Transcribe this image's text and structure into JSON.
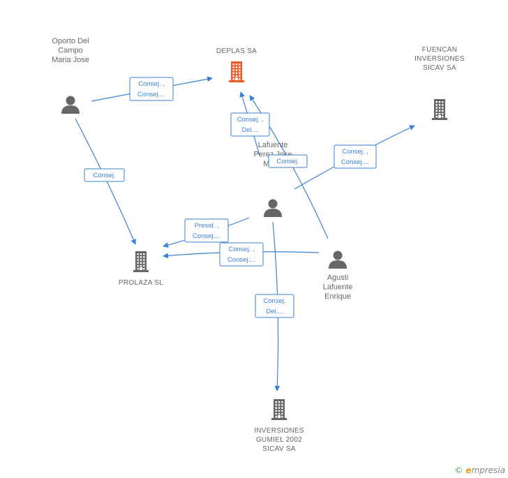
{
  "colors": {
    "edge": "#3b82d6",
    "company_main": "#f05a28",
    "company": "#666666",
    "person": "#666666",
    "text": "#666666"
  },
  "nodes": {
    "deplas": {
      "kind": "company",
      "main": true,
      "lines": [
        "DEPLAS SA"
      ]
    },
    "fuencan": {
      "kind": "company",
      "lines": [
        "FUENCAN",
        "INVERSIONES",
        "SICAV SA"
      ]
    },
    "prolaza": {
      "kind": "company",
      "lines": [
        "PROLAZA SL"
      ]
    },
    "gumiel": {
      "kind": "company",
      "lines": [
        "INVERSIONES",
        "GUMIEL 2002",
        "SICAV SA"
      ]
    },
    "oporto": {
      "kind": "person",
      "lines": [
        "Oporto Del",
        "Campo",
        "Maria Jose"
      ]
    },
    "lafuente_jm": {
      "kind": "person",
      "lines": [
        "Lafuente",
        "Perez Jose",
        "Maria"
      ]
    },
    "agusti": {
      "kind": "person",
      "lines": [
        "Agusti",
        "Lafuente",
        "Enrique"
      ]
    }
  },
  "edges": [
    {
      "id": "oporto-deplas",
      "lines": [
        "Consej. ,",
        "Consej...."
      ]
    },
    {
      "id": "oporto-prolaza",
      "lines": [
        "Consej."
      ]
    },
    {
      "id": "lafuente-deplas",
      "lines": [
        "Consej. ,",
        "Del...."
      ]
    },
    {
      "id": "agusti-deplas",
      "lines": [
        "Consej."
      ]
    },
    {
      "id": "lafuente-fuencan",
      "lines": [
        "Consej. ,",
        "Consej...."
      ]
    },
    {
      "id": "lafuente-prolaza",
      "lines": [
        "Presid. ,",
        "Consej...."
      ]
    },
    {
      "id": "agusti-prolaza",
      "lines": [
        "Consej. ,",
        "Consej...."
      ]
    },
    {
      "id": "lafuente-gumiel",
      "lines": [
        "Consej.",
        "Del...."
      ]
    }
  ],
  "footer": {
    "copyright": "©",
    "brand_initial": "e",
    "brand_rest": "mpresia"
  }
}
